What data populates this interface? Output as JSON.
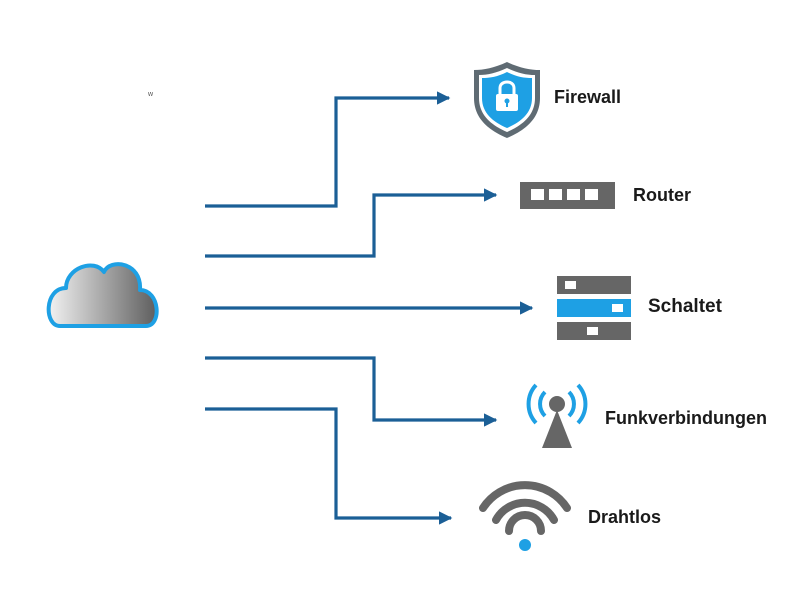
{
  "diagram": {
    "corner_mark": "w",
    "colors": {
      "connector": "#1b5f96",
      "accent_blue": "#1ea0e4",
      "icon_gray": "#6a6a6a",
      "cloud_outline": "#1ea0e4"
    },
    "source": {
      "icon": "cloud-icon"
    },
    "nodes": [
      {
        "id": "firewall",
        "label": "Firewall",
        "icon": "shield-lock-icon"
      },
      {
        "id": "router",
        "label": "Router",
        "icon": "router-icon"
      },
      {
        "id": "switch",
        "label": "Schaltet",
        "icon": "switch-icon"
      },
      {
        "id": "radio",
        "label": "Funkverbindungen",
        "icon": "radio-tower-icon"
      },
      {
        "id": "wireless",
        "label": "Drahtlos",
        "icon": "wifi-icon"
      }
    ]
  }
}
